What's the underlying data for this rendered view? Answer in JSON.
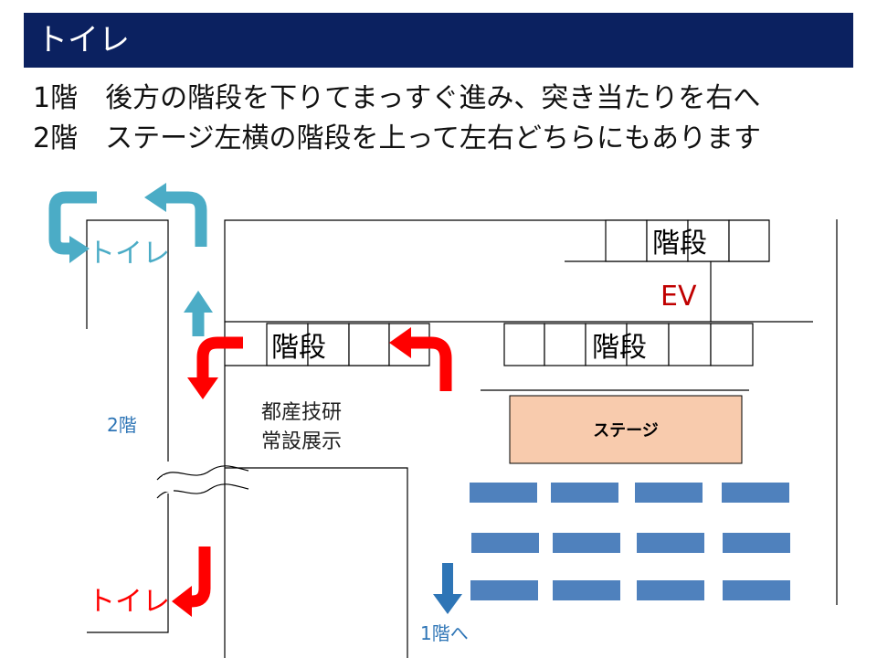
{
  "title": "トイレ",
  "description": [
    "1階　後方の階段を下りてまっすぐ進み、突き当たりを右へ",
    "2階　ステージ左横の階段を上って左右どちらにもあります"
  ],
  "diagram": {
    "labels": {
      "toilet_upper": "トイレ",
      "toilet_lower": "トイレ",
      "stairs_top": "階段",
      "stairs_left": "階段",
      "stairs_center": "階段",
      "elevator": "EV",
      "floor2": "2階",
      "to_floor1": "1階へ",
      "exhibit_line1": "都産技研",
      "exhibit_line2": "常設展示",
      "stage": "ステージ"
    },
    "colors": {
      "title_bg": "#0b2160",
      "floor2_arrow": "#4bacc6",
      "floor1_arrow": "#ff0000",
      "down_arrow": "#2e75b6",
      "seats": "#4f81bd",
      "stage_fill": "#f8cbad",
      "elevator_text": "#c00000",
      "floor_label": "#2e75b6"
    }
  }
}
